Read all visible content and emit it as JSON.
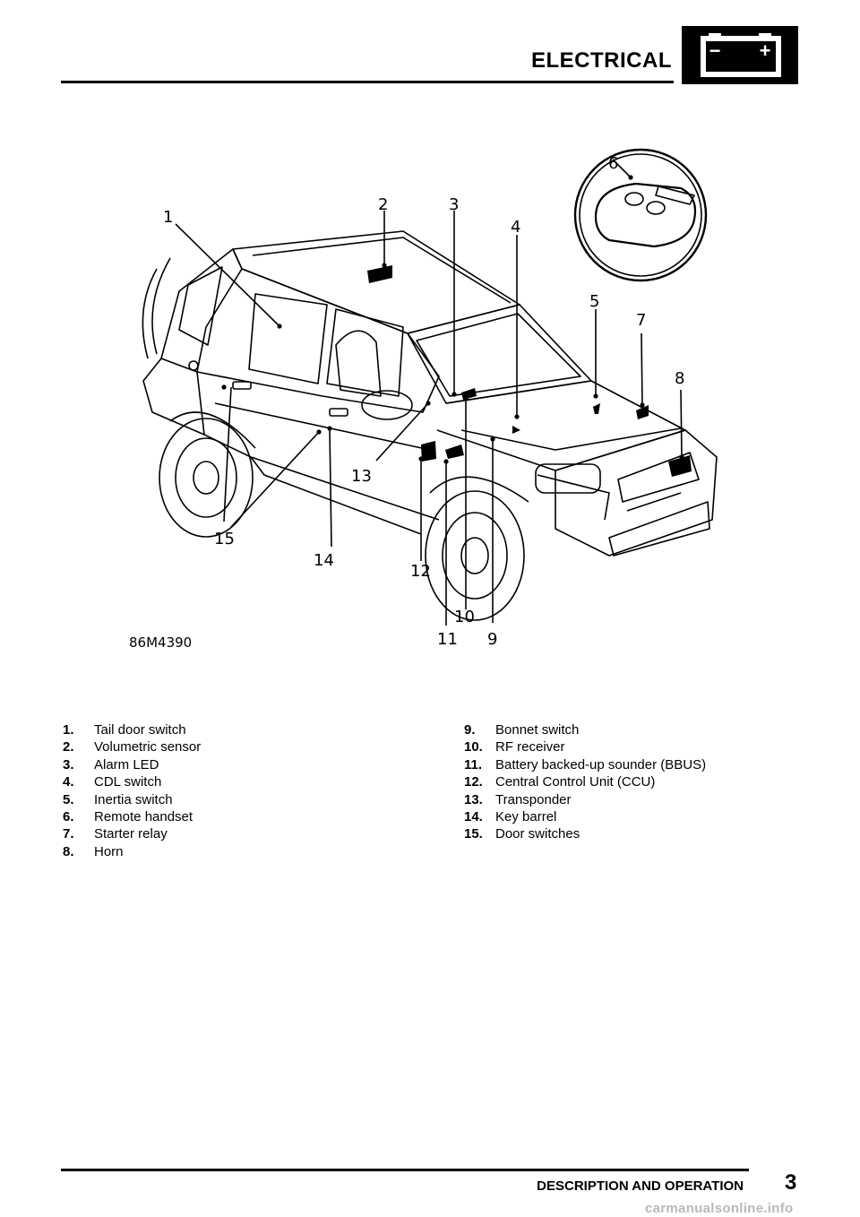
{
  "header": {
    "title": "ELECTRICAL",
    "icon": "battery-icon",
    "battery_minus": "−",
    "battery_plus": "+"
  },
  "figure": {
    "code": "86M4390",
    "callouts": [
      "1",
      "2",
      "3",
      "4",
      "5",
      "6",
      "7",
      "8",
      "9",
      "10",
      "11",
      "12",
      "13",
      "14",
      "15"
    ]
  },
  "legend": {
    "left": [
      {
        "num": "1.",
        "label": "Tail door switch"
      },
      {
        "num": "2.",
        "label": "Volumetric sensor"
      },
      {
        "num": "3.",
        "label": "Alarm LED"
      },
      {
        "num": "4.",
        "label": "CDL switch"
      },
      {
        "num": "5.",
        "label": "Inertia switch"
      },
      {
        "num": "6.",
        "label": "Remote handset"
      },
      {
        "num": "7.",
        "label": "Starter relay"
      },
      {
        "num": "8.",
        "label": "Horn"
      }
    ],
    "right": [
      {
        "num": "9.",
        "label": "Bonnet switch"
      },
      {
        "num": "10.",
        "label": "RF receiver"
      },
      {
        "num": "11.",
        "label": "Battery backed-up sounder (BBUS)"
      },
      {
        "num": "12.",
        "label": "Central Control Unit (CCU)"
      },
      {
        "num": "13.",
        "label": "Transponder"
      },
      {
        "num": "14.",
        "label": "Key barrel"
      },
      {
        "num": "15.",
        "label": "Door switches"
      }
    ]
  },
  "footer": {
    "section": "DESCRIPTION AND OPERATION",
    "page": "3",
    "watermark": "carmanualsonline.info"
  }
}
